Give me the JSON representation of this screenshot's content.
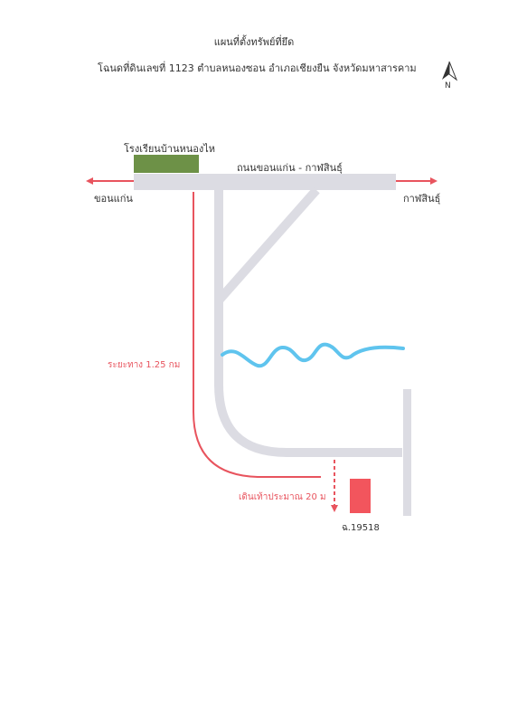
{
  "title": "แผนที่ตั้งทรัพย์ที่ยึด",
  "subtitle": "โฉนดที่ดินเลขที่ 1123  ตำบลหนองซอน อำเภอเชียงยืน จังหวัดมหาสารคาม",
  "north_label": "N",
  "landmarks": {
    "school": "โรงเรียนบ้านหนองไห",
    "main_road": "ถนนขอนแก่น - กาฬสินธุ์",
    "direction_left": "ขอนแก่น",
    "direction_right": "กาฬสินธุ์",
    "distance": "ระยะทาง 1.25 กม",
    "walk": "เดินเท้าประมาณ 20 ม",
    "parcel": "ฉ.19518"
  },
  "colors": {
    "road": "#dcdce3",
    "route": "#e8545e",
    "river": "#5fc4ee",
    "school": "#6d9147",
    "parcel": "#f2555d"
  }
}
